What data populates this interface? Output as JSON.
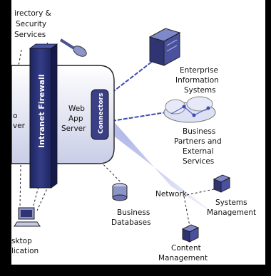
{
  "labels": {
    "directory": [
      "irectory &",
      "Security",
      "Services"
    ],
    "enterprise": [
      "Enterprise",
      "Information",
      "Systems"
    ],
    "web_app": [
      "Web",
      "App",
      "Server"
    ],
    "connectors": "Connectors",
    "firewall": "Intranet Firewall",
    "web_server_partial": [
      "o",
      "ver"
    ],
    "business_partners": [
      "Business",
      "Partners and",
      "External",
      "Services"
    ],
    "network": "Network",
    "systems_mgmt": [
      "Systems",
      "Management"
    ],
    "business_db": [
      "Business",
      "Databases"
    ],
    "content_mgmt": [
      "Content",
      "Management"
    ],
    "desktop": [
      "sktop",
      "lication"
    ]
  },
  "colors": {
    "frame": "#000000",
    "panel": "#ffffff",
    "server_box_top": "#ffffff",
    "server_box_bottom": "#c9cde6",
    "connector_fill": "#3a3f86",
    "firewall_fill": "#27306e",
    "beam": "#b8bde8",
    "accent_line": "#3e4ab2"
  }
}
